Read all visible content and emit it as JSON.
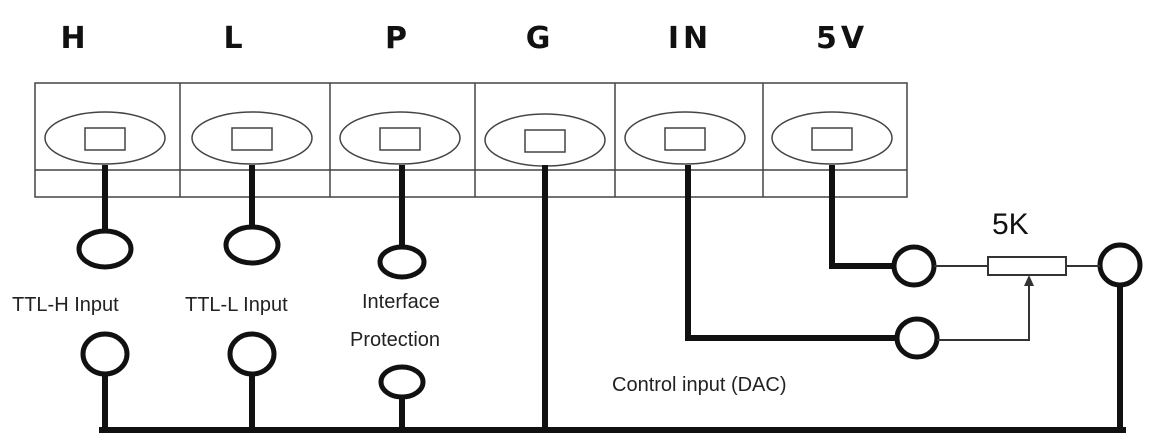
{
  "terminals": [
    {
      "label": "H"
    },
    {
      "label": "L"
    },
    {
      "label": "P"
    },
    {
      "label": "G"
    },
    {
      "label": "IN"
    },
    {
      "label": "5V"
    }
  ],
  "labels": {
    "ttl_h": "TTL-H Input",
    "ttl_l": "TTL-L Input",
    "interface_1": "Interface",
    "interface_2": "Protection",
    "control": "Control input (DAC)",
    "resistor": "5K"
  }
}
